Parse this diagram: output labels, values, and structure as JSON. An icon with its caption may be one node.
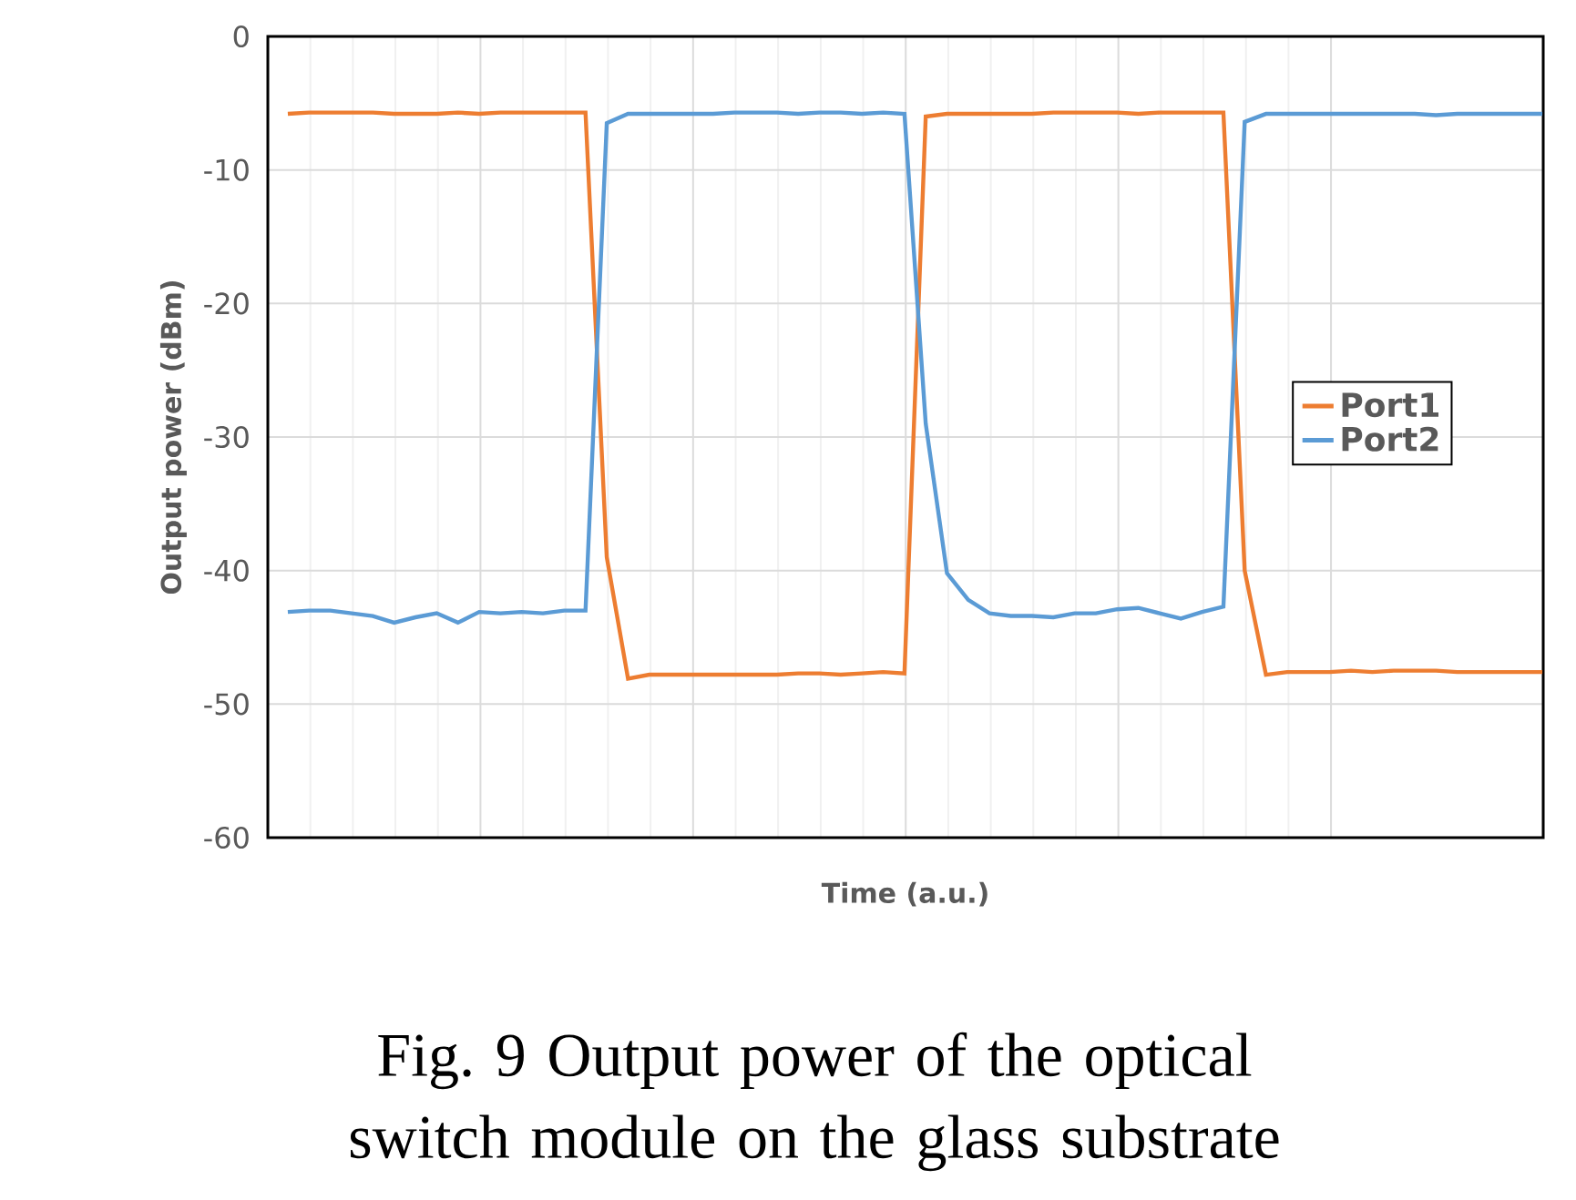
{
  "diagram": {
    "caption": "Fig. 9 Output power of the optical switch module on the glass substrate",
    "chart_data": {
      "type": "line",
      "xlabel": "Time (a.u.)",
      "ylabel": "Output power (dBm)",
      "series": [
        {
          "name": "Port1",
          "color": "#ed7d31",
          "values": [
            -5.8,
            -5.7,
            -5.7,
            -5.7,
            -5.7,
            -5.8,
            -5.8,
            -5.8,
            -5.7,
            -5.8,
            -5.7,
            -5.7,
            -5.7,
            -5.7,
            -5.7,
            -39,
            -48.1,
            -47.8,
            -47.8,
            -47.8,
            -47.8,
            -47.8,
            -47.8,
            -47.8,
            -47.7,
            -47.7,
            -47.8,
            -47.7,
            -47.6,
            -47.7,
            -6,
            -5.8,
            -5.8,
            -5.8,
            -5.8,
            -5.8,
            -5.7,
            -5.7,
            -5.7,
            -5.7,
            -5.8,
            -5.7,
            -5.7,
            -5.7,
            -5.7,
            -40,
            -47.8,
            -47.6,
            -47.6,
            -47.6,
            -47.5,
            -47.6,
            -47.5,
            -47.5,
            -47.5,
            -47.6,
            -47.6,
            -47.6,
            -47.6,
            -47.6
          ]
        },
        {
          "name": "Port2",
          "color": "#5b9bd5",
          "values": [
            -43.1,
            -43,
            -43,
            -43.2,
            -43.4,
            -43.9,
            -43.5,
            -43.2,
            -43.9,
            -43.1,
            -43.2,
            -43.1,
            -43.2,
            -43,
            -43,
            -6.5,
            -5.8,
            -5.8,
            -5.8,
            -5.8,
            -5.8,
            -5.7,
            -5.7,
            -5.7,
            -5.8,
            -5.7,
            -5.7,
            -5.8,
            -5.7,
            -5.8,
            -29,
            -40.2,
            -42.2,
            -43.2,
            -43.4,
            -43.4,
            -43.5,
            -43.2,
            -43.2,
            -42.9,
            -42.8,
            -43.2,
            -43.6,
            -43.1,
            -42.7,
            -6.4,
            -5.8,
            -5.8,
            -5.8,
            -5.8,
            -5.8,
            -5.8,
            -5.8,
            -5.8,
            -5.9,
            -5.8,
            -5.8,
            -5.8,
            -5.8,
            -5.8
          ]
        }
      ],
      "ylim": [
        -60,
        0
      ],
      "yticks": [
        0,
        -10,
        -20,
        -30,
        -40,
        -50,
        -60
      ],
      "grid": true,
      "legend": "right"
    }
  }
}
